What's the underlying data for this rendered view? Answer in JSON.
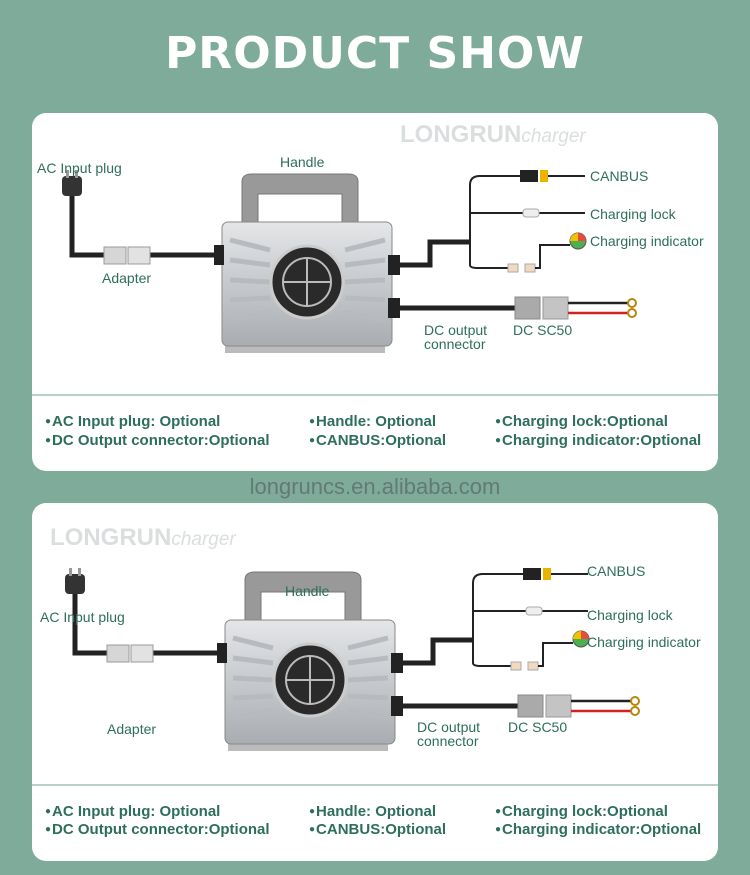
{
  "title": "PRODUCT SHOW",
  "watermark": {
    "brand": "LONGRUN",
    "brand_suffix": "charger",
    "site": "longruncs.en.alibaba.com"
  },
  "panels": [
    {
      "labels": {
        "ac_input": "AC Input  plug",
        "adapter": "Adapter",
        "handle": "Handle",
        "canbus": "CANBUS",
        "charging_lock": "Charging lock",
        "charging_indicator": "Charging indicator",
        "dc_output_1": "DC output",
        "dc_output_2": "connector",
        "dc_sc50": "DC  SC50"
      },
      "options": [
        "AC Input plug: Optional",
        "DC Output connector:Optional",
        "Handle: Optional",
        "CANBUS:Optional",
        "Charging lock:Optional",
        "Charging indicator:Optional"
      ]
    },
    {
      "labels": {
        "ac_input": "AC Input  plug",
        "adapter": "Adapter",
        "handle": "Handle",
        "canbus": "CANBUS",
        "charging_lock": "Charging lock",
        "charging_indicator": "Charging indicator",
        "dc_output_1": "DC output",
        "dc_output_2": "connector",
        "dc_sc50": "DC  SC50"
      },
      "options": [
        "AC Input plug: Optional",
        "DC Output connector:Optional",
        "Handle: Optional",
        "CANBUS:Optional",
        "Charging lock:Optional",
        "Charging indicator:Optional"
      ]
    }
  ],
  "colors": {
    "background": "#7fab9b",
    "text": "#2e6e5c"
  }
}
